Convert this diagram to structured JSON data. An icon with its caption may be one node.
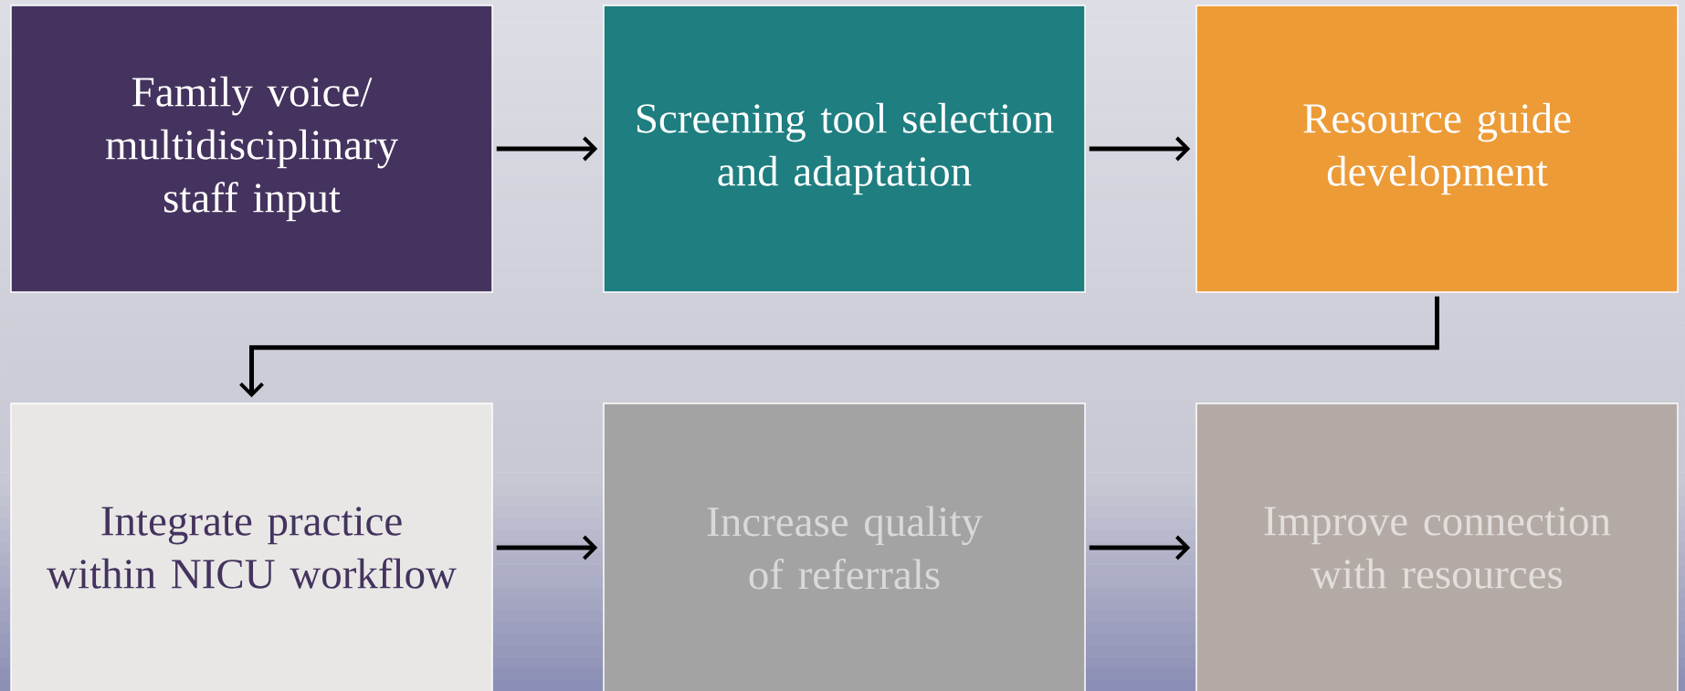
{
  "diagram": {
    "nodes": [
      {
        "text": [
          "Family voice/ multidisciplinary staff input"
        ]
      },
      {
        "text": [
          "Screening tool selection and adaptation"
        ]
      },
      {
        "text": [
          "Resource guide development"
        ]
      },
      {
        "text": [
          "Integrate practice within NICU workflow"
        ]
      },
      {
        "text": [
          "Increase quality of referrals"
        ]
      },
      {
        "text": [
          "Improve connection with resources"
        ]
      }
    ],
    "edges": [
      {
        "from": 0,
        "to": 1,
        "arrow": "to"
      },
      {
        "from": 1,
        "to": 2,
        "arrow": "to"
      },
      {
        "from": 2,
        "to": 3,
        "arrow": "to"
      },
      {
        "from": 3,
        "to": 4,
        "arrow": "to"
      },
      {
        "from": 4,
        "to": 5,
        "arrow": "to"
      }
    ]
  }
}
